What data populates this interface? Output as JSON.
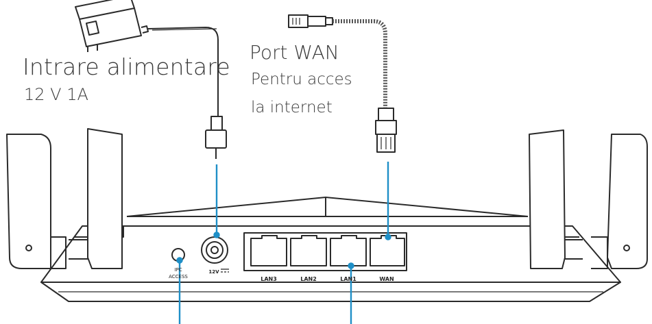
{
  "labels": {
    "power_title": "Intrare alimentare",
    "power_spec": "12 V 1A",
    "wan_title": "Port WAN",
    "wan_desc_line1": "Pentru acces",
    "wan_desc_line2": "la internet"
  },
  "router_ports": {
    "lan3": "LAN3",
    "lan2": "LAN2",
    "lan1": "LAN1",
    "wan": "WAN",
    "power_jack": "12V",
    "button_line1": "IPC",
    "button_line2": "ACCESS"
  },
  "colors": {
    "callout": "#1e8fc7",
    "outline": "#2a2a2a",
    "text": "#3a3a3a"
  }
}
